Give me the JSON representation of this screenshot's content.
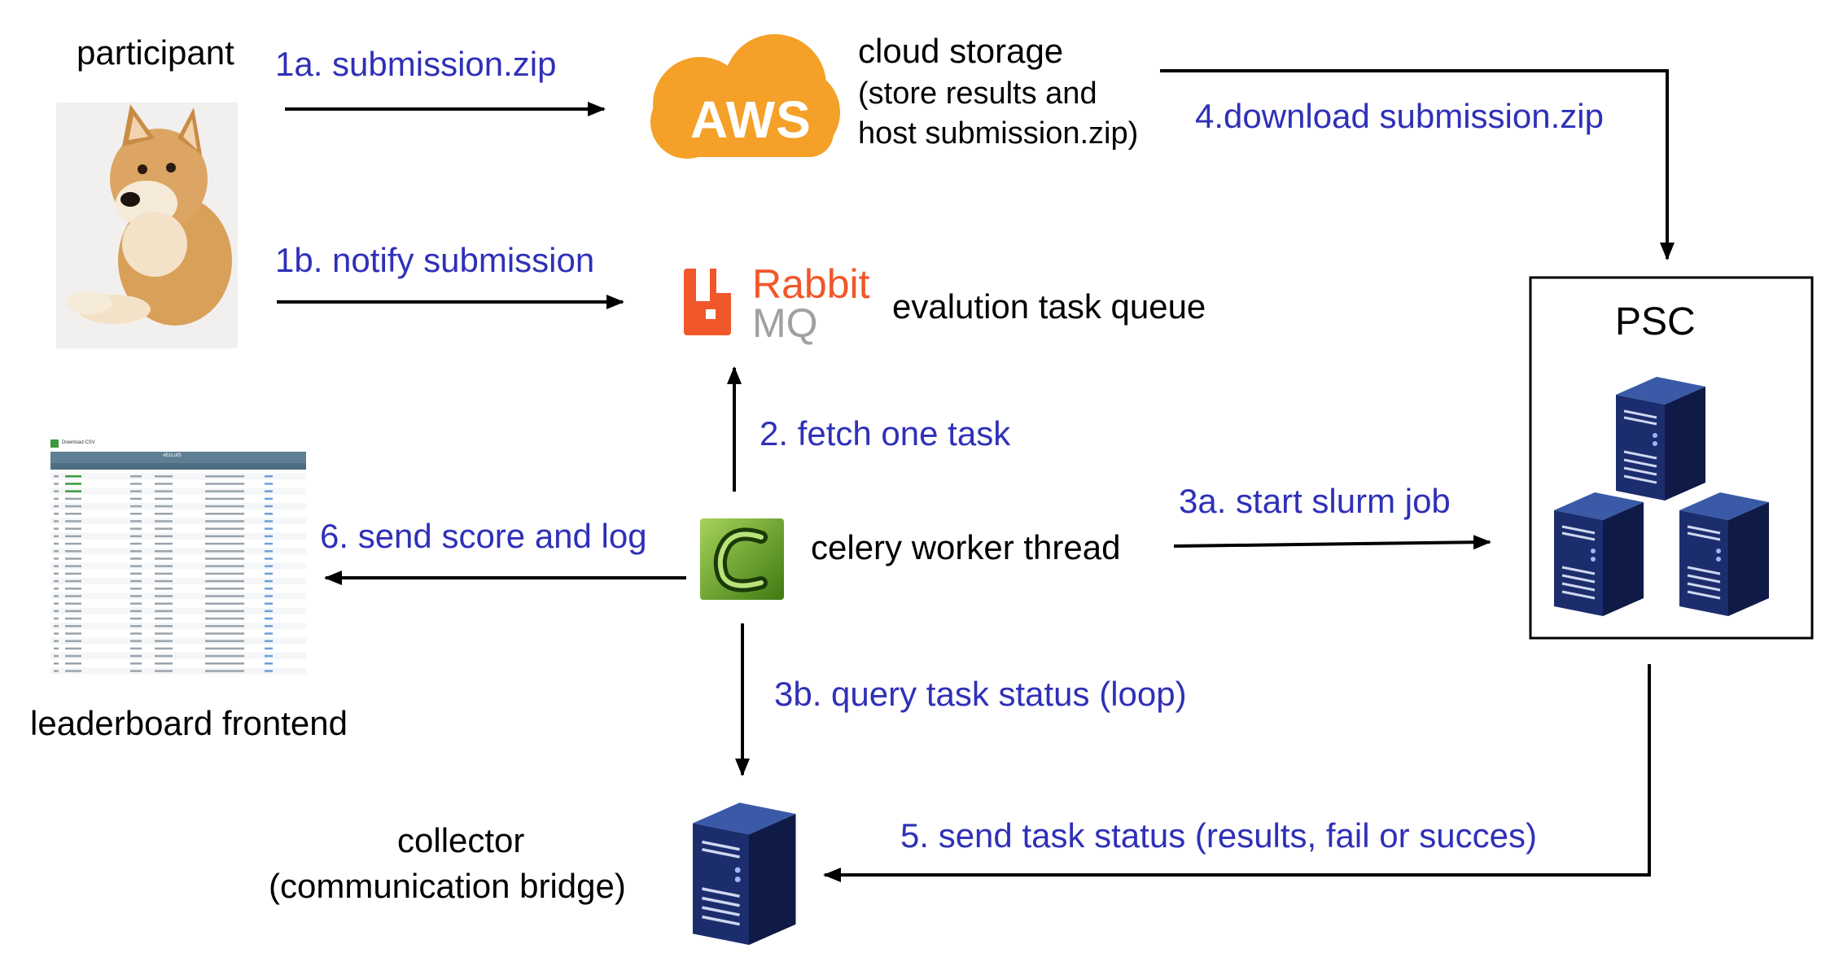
{
  "colors": {
    "step_label": "#2f30b8",
    "aws_orange": "#f5a028",
    "rabbitmq_orange": "#f0572a",
    "rabbitmq_gray": "#a0a0a0",
    "celery_green": "#6aa321",
    "server_navy": "#1c2d6e",
    "leaderboard_header": "#5f7f94"
  },
  "icons": {
    "participant": "doge-photo",
    "cloud": "aws-cloud-icon",
    "queue": "rabbitmq-logo",
    "worker": "celery-icon",
    "server": "server-rack-icon",
    "leaderboard": "leaderboard-table-thumbnail"
  },
  "nodes": {
    "participant": "participant",
    "cloud_title": "cloud storage",
    "cloud_desc_1": "(store results and",
    "cloud_desc_2": "host submission.zip)",
    "aws_logo_text": "AWS",
    "rabbit_logo_text_1": "Rabbit",
    "rabbit_logo_text_2": "MQ",
    "queue": "evalution task queue",
    "worker": "celery worker thread",
    "psc": "PSC",
    "leaderboard": "leaderboard frontend",
    "collector_1": "collector",
    "collector_2": "(communication bridge)"
  },
  "steps": {
    "s1a": "1a. submission.zip",
    "s1b": "1b. notify submission",
    "s2": "2. fetch one task",
    "s3a": "3a. start slurm job",
    "s3b": "3b. query task status (loop)",
    "s4": "4.download submission.zip",
    "s5": "5. send task status (results, fail or succes)",
    "s6": "6. send score and log"
  },
  "leaderboard_thumb": {
    "button": "Download CSV",
    "header": "#EcLuIS"
  }
}
